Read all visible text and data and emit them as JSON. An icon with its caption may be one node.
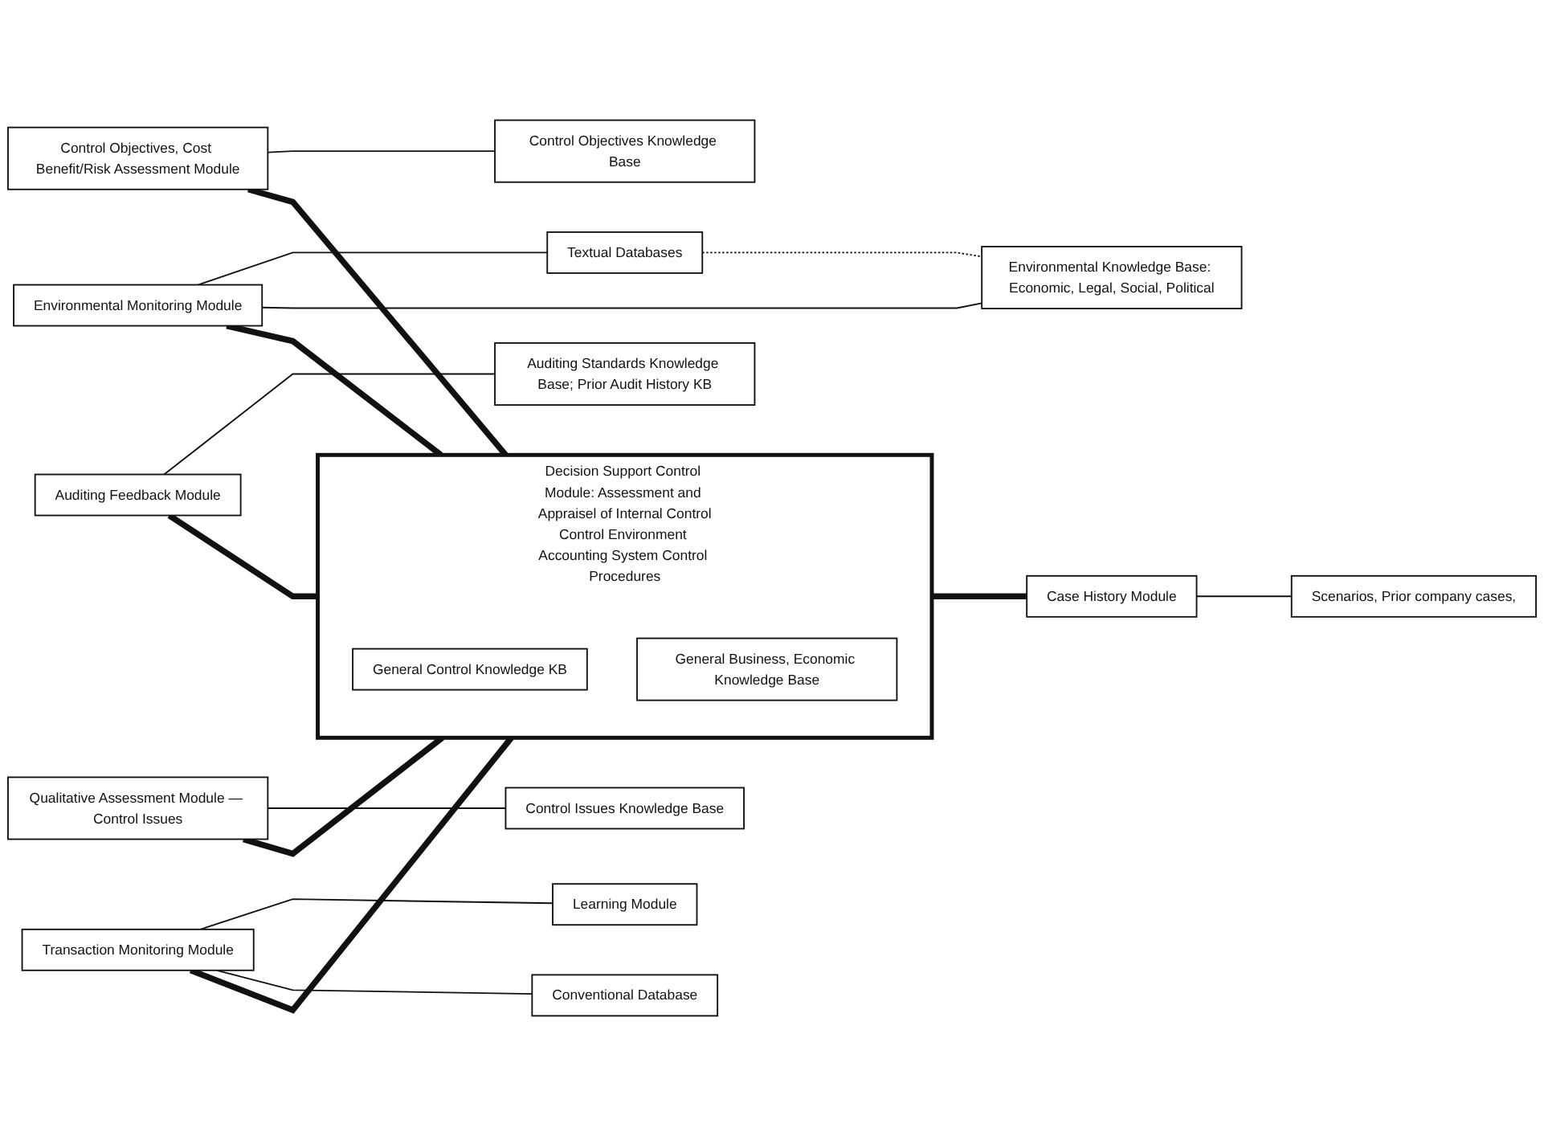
{
  "diagram": {
    "nodes": [
      {
        "text": [
          "Control Objectives, Cost Benefit/Risk Assessment Module"
        ]
      },
      {
        "text": [
          "Control Objectives Knowledge Base"
        ]
      },
      {
        "text": [
          "Auditing Feedback Module"
        ]
      },
      {
        "text": [
          "Auditing Standards Knowledge Base; Prior Audit History KB"
        ]
      },
      {
        "text": [
          "Decision Support Control Module: Assessment and Appraisel of Internal Control",
          "Control Environment Accounting System Control Procedures"
        ]
      },
      {
        "text": [
          "General Control Knowledge KB"
        ],
        "in": 4
      },
      {
        "text": [
          "General Business, Economic Knowledge Base"
        ],
        "in": 4
      },
      {
        "text": [
          "Qualitative Assessment Module — Control Issues"
        ]
      },
      {
        "text": [
          "Control Issues Knowledge Base"
        ]
      },
      {
        "text": [
          "Environmental Monitoring Module"
        ]
      },
      {
        "text": [
          "Textual Databases"
        ]
      },
      {
        "text": [
          "Environmental Knowledge Base: Economic, Legal, Social, Political"
        ]
      },
      {
        "text": [
          "Transaction Monitoring Module"
        ]
      },
      {
        "text": [
          "Learning Module"
        ]
      },
      {
        "text": [
          "Conventional Database"
        ]
      },
      {
        "text": [
          "Case History Module"
        ]
      },
      {
        "text": [
          "Scenarios, Prior company cases,"
        ]
      }
    ],
    "edges": [
      {
        "from": 0,
        "to": 1,
        "arrow": "none"
      },
      {
        "from": 0,
        "to": 4,
        "arrow": "none",
        "style": "thick"
      },
      {
        "from": 2,
        "to": 3,
        "arrow": "none"
      },
      {
        "from": 2,
        "to": 4,
        "arrow": "none",
        "style": "thick"
      },
      {
        "from": 7,
        "to": 4,
        "arrow": "none",
        "style": "thick"
      },
      {
        "from": 7,
        "to": 8,
        "arrow": "none"
      },
      {
        "from": 9,
        "to": 4,
        "arrow": "none",
        "style": "thick"
      },
      {
        "from": 9,
        "to": 10,
        "arrow": "none"
      },
      {
        "from": 9,
        "to": 11,
        "arrow": "none"
      },
      {
        "from": 10,
        "to": 11,
        "arrow": "none",
        "style": "dashed"
      },
      {
        "from": 12,
        "to": 4,
        "arrow": "none",
        "style": "thick"
      },
      {
        "from": 12,
        "to": 13,
        "arrow": "none"
      },
      {
        "from": 12,
        "to": 14,
        "arrow": "none"
      },
      {
        "from": 4,
        "to": 15,
        "arrow": "none",
        "style": "thick"
      },
      {
        "from": 15,
        "to": 16,
        "arrow": "none"
      }
    ]
  }
}
